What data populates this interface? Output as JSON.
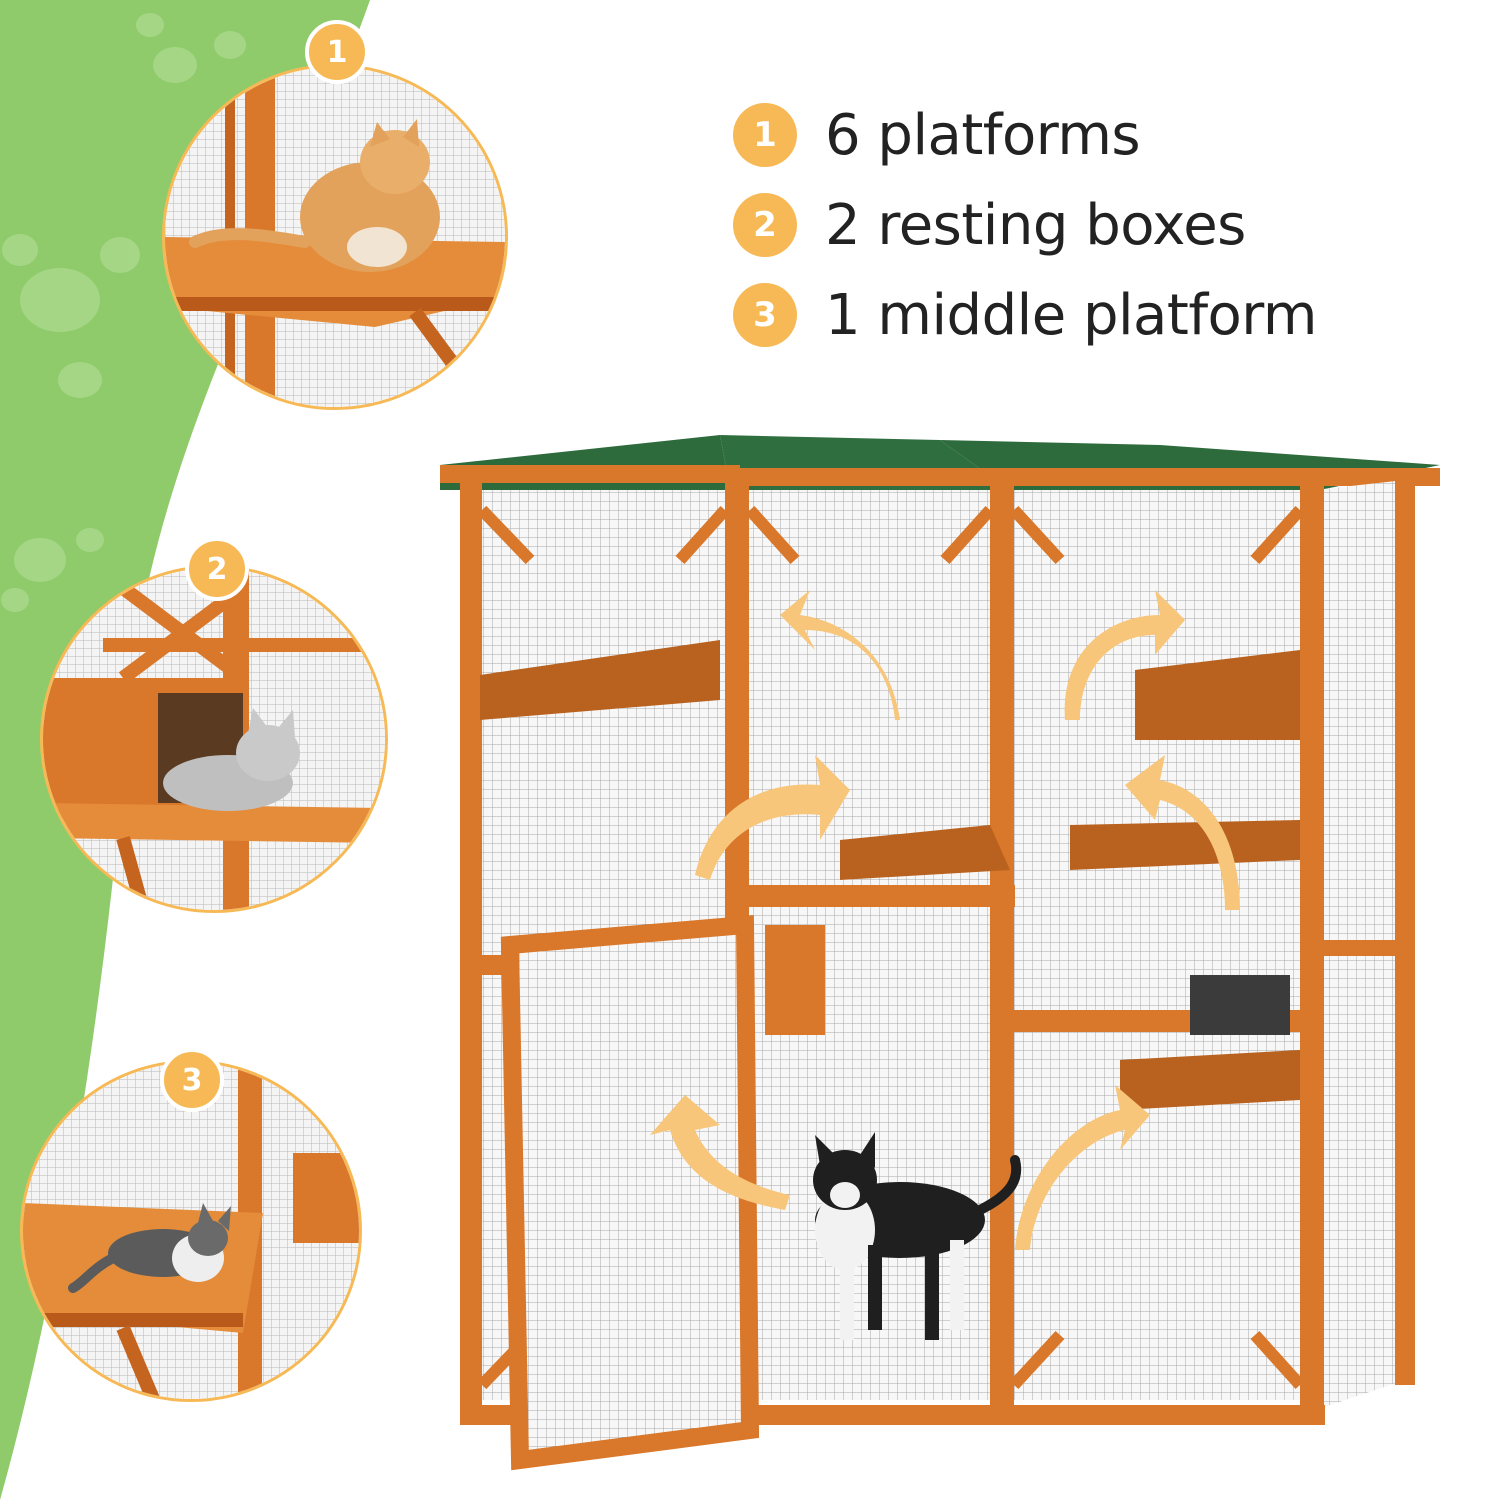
{
  "features": [
    {
      "number": "1",
      "text": "6 platforms"
    },
    {
      "number": "2",
      "text": "2 resting boxes"
    },
    {
      "number": "3",
      "text": "1 middle platform"
    }
  ],
  "detail_badges": [
    "1",
    "2",
    "3"
  ],
  "colors": {
    "accent": "#F7B955",
    "green_background": "#8FCB6A",
    "wood": "#D9772A",
    "roof": "#2E6B3C",
    "text": "#222222"
  },
  "icons": [
    "paw-print-icon",
    "curved-arrow-icon"
  ]
}
